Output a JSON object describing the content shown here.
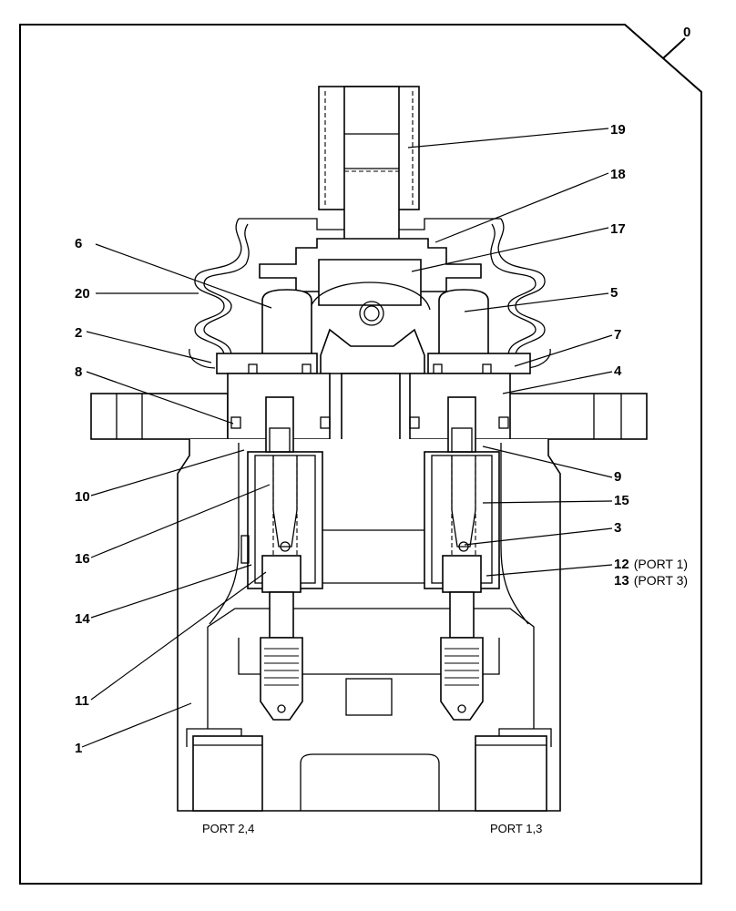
{
  "callouts": {
    "c0": "0",
    "c1": "1",
    "c2": "2",
    "c3": "3",
    "c4": "4",
    "c5": "5",
    "c6": "6",
    "c7": "7",
    "c8": "8",
    "c9": "9",
    "c10": "10",
    "c11": "11",
    "c12": "12",
    "c13": "13",
    "c14": "14",
    "c15": "15",
    "c16": "16",
    "c17": "17",
    "c18": "18",
    "c19": "19",
    "c20": "20"
  },
  "port_notes": {
    "c12": "(PORT 1)",
    "c13": "(PORT 3)"
  },
  "ports": {
    "left": "PORT 2,4",
    "right": "PORT 1,3"
  }
}
